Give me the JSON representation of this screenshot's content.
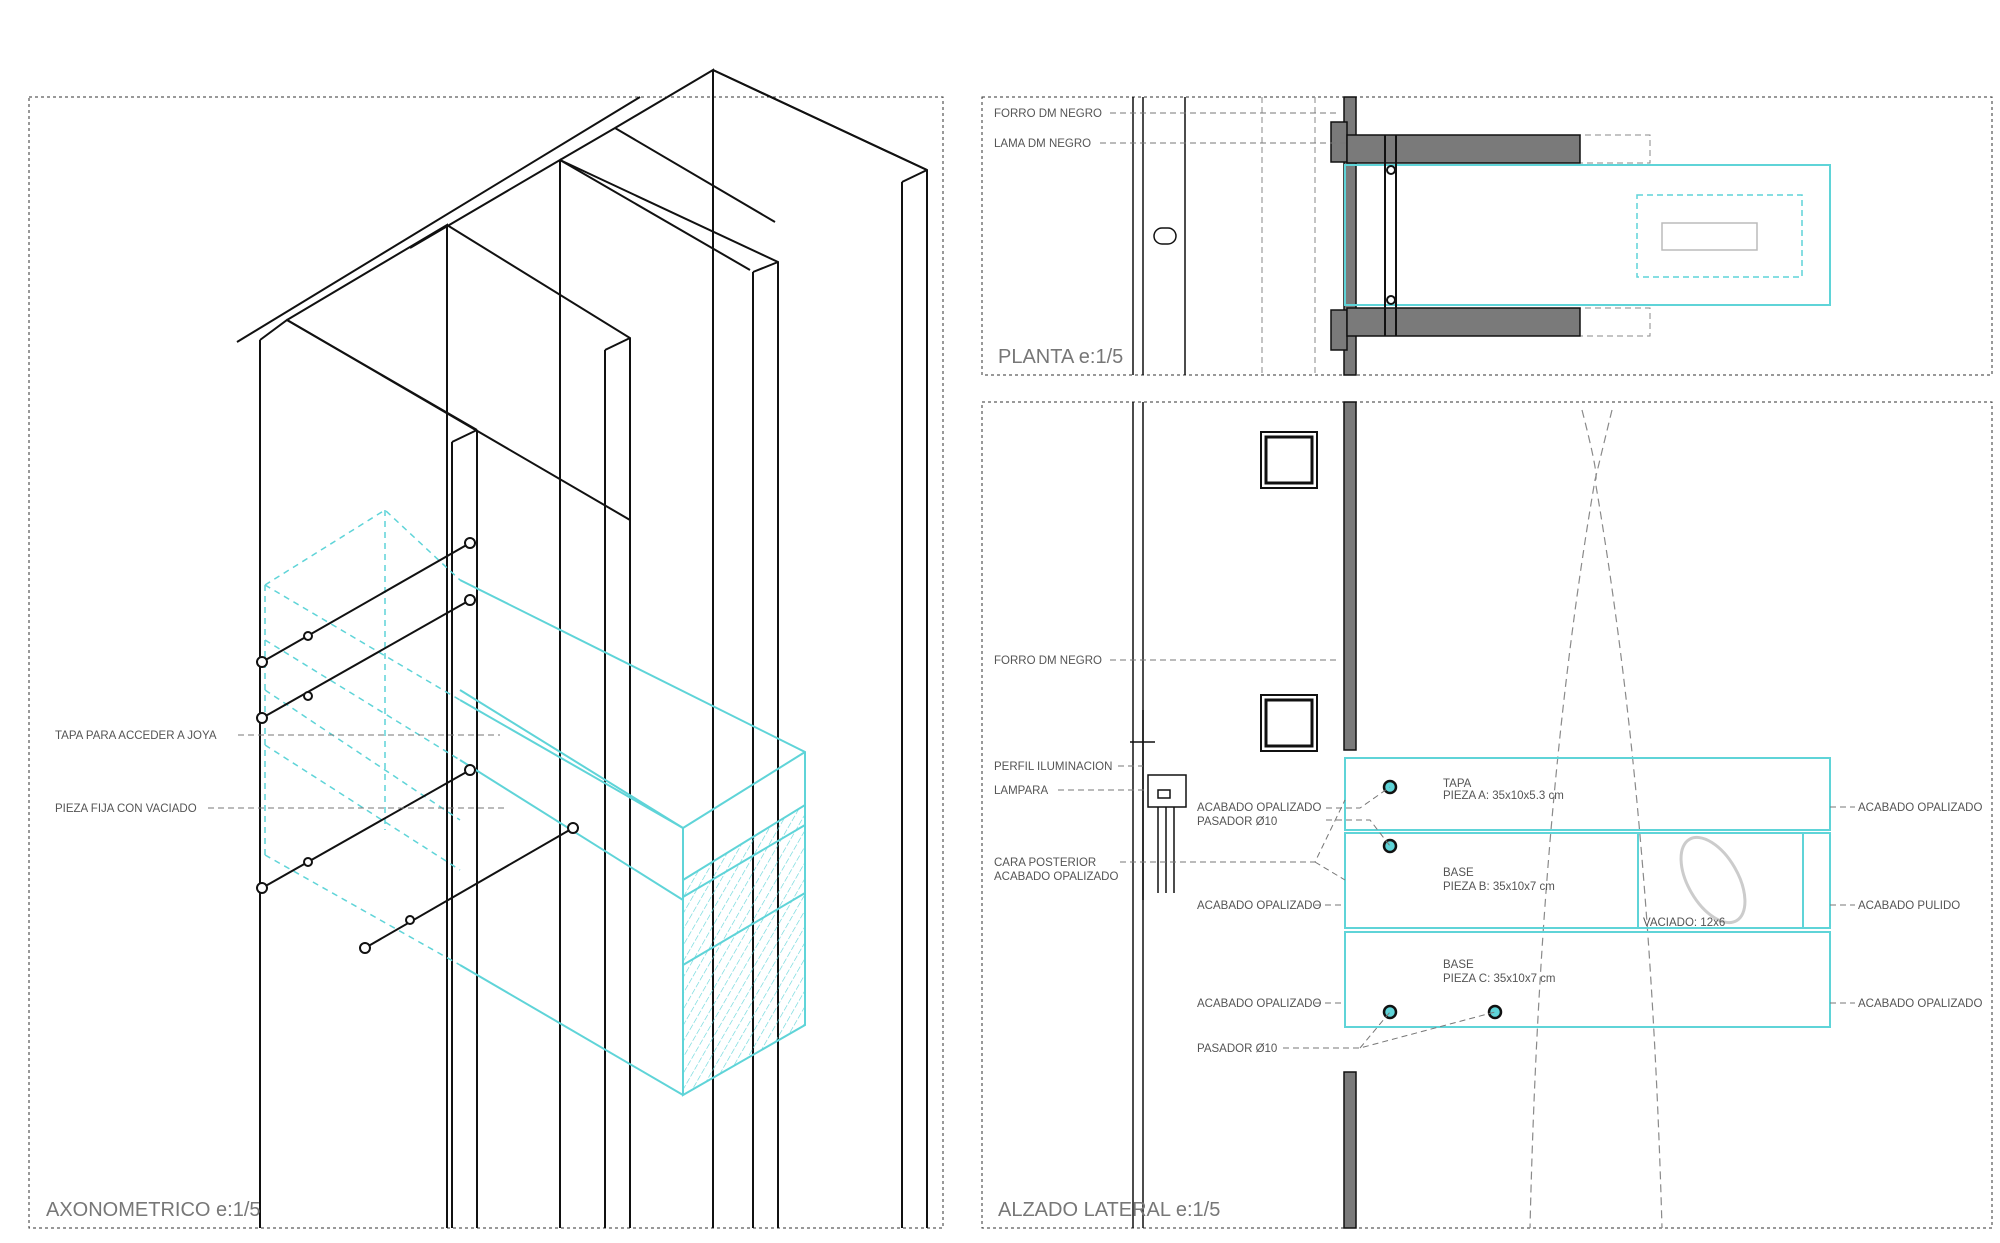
{
  "colors": {
    "accent": "#5fd4d8",
    "wall": "#7a7a7a",
    "line": "#111111",
    "dim": "#8a8a8a",
    "text": "#555555"
  },
  "axonometric": {
    "title": "AXONOMETRICO e:1/5",
    "labels": {
      "tapa": "TAPA PARA ACCEDER A JOYA",
      "pieza_fija": "PIEZA FIJA CON VACIADO"
    }
  },
  "planta": {
    "title": "PLANTA e:1/5",
    "labels": {
      "forro": "FORRO DM NEGRO",
      "lama": "LAMA DM NEGRO"
    }
  },
  "alzado": {
    "title": "ALZADO LATERAL e:1/5",
    "left_labels": {
      "forro": "FORRO DM NEGRO",
      "perfil": "PERFIL ILUMINACION",
      "lampara": "LAMPARA",
      "acabado_1": "ACABADO OPALIZADO",
      "pasador_1": "PASADOR Ø10",
      "cara_1": "CARA POSTERIOR",
      "cara_2": "ACABADO OPALIZADO",
      "acabado_2": "ACABADO OPALIZADO",
      "acabado_3": "ACABADO OPALIZADO",
      "pasador_2": "PASADOR Ø10"
    },
    "right_labels": {
      "r1": "ACABADO OPALIZADO",
      "r2": "ACABADO PULIDO",
      "r3": "ACABADO OPALIZADO"
    },
    "pieces": {
      "tapa": "TAPA",
      "tapa_dims": "PIEZA A:  35x10x5.3 cm",
      "base_b": "BASE",
      "base_b_dims": "PIEZA B:  35x10x7 cm",
      "base_c": "BASE",
      "base_c_dims": "PIEZA C:  35x10x7 cm",
      "vaciado": "VACIADO: 12x6"
    }
  }
}
